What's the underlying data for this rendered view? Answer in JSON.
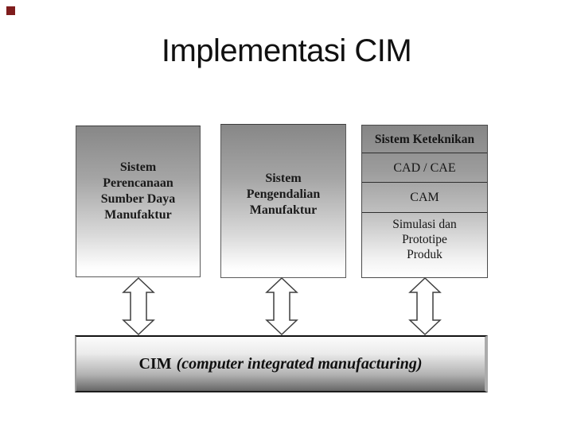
{
  "slide": {
    "title": "Implementasi CIM",
    "background_color": "#ffffff",
    "accent_square_color": "#7f1d1d"
  },
  "diagram": {
    "boxes": {
      "mrp": {
        "label": "Sistem\nPerencanaan\nSumber Daya\nManufaktur"
      },
      "control": {
        "label": "Sistem\nPengendalian\nManufaktur"
      }
    },
    "engineering": {
      "header": "Sistem Keteknikan",
      "items": {
        "cadcae": "CAD / CAE",
        "cam": "CAM",
        "sim": "Simulasi dan\nPrototipe\nProduk"
      }
    },
    "cim_bar": {
      "label": "CIM",
      "sublabel": "(computer integrated manufacturing)"
    },
    "colors": {
      "box_gradient_top": "#878787",
      "box_gradient_bottom": "#ffffff",
      "cim_gradient_top": "#fbfbfb",
      "cim_gradient_bottom": "#676767",
      "border": "#4a4a4a",
      "arrow_outline": "#3f3f3f",
      "arrow_fill": "#ffffff",
      "text": "#1a1a1a"
    }
  }
}
